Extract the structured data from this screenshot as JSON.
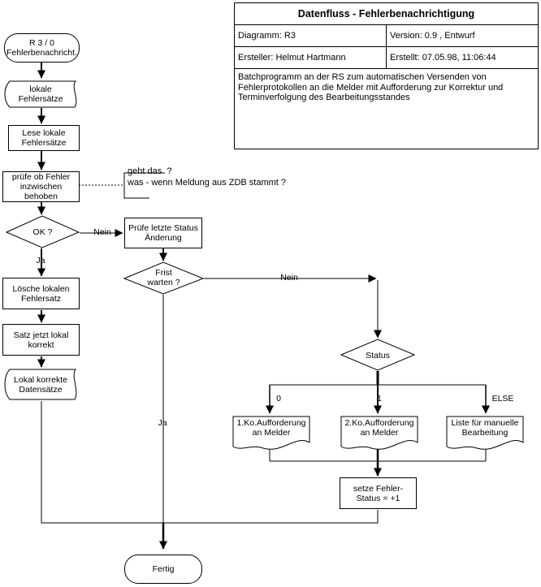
{
  "header": {
    "title": "Datenfluss - Fehlerbenachrichtigung",
    "diagram": "Diagramm: R3",
    "version": "Version: 0.9 , Entwurf",
    "author": "Ersteller: Helmut Hartmann",
    "created": "Erstellt:  07.05.98, 11:06:44",
    "description": "Batchprogramm an der RS zum automatischen Versenden von\nFehlerprotokollen an die Melder mit Aufforderung zur Korrektur und\nTerminverfolgung des Bearbeitungsstandes"
  },
  "nodes": {
    "start": "R 3 / 0\nFehlerbenachricht.",
    "local_error_data": "lokale\nFehlersätze",
    "read_local": "Lese lokale\nFehlersätze",
    "check_fixed": "prüfe ob Fehler\ninzwischen\nbehoben",
    "ok_decision": "OK ?",
    "check_last_status": "Prüfe letzte Status\nÄnderung",
    "wait_decision": "Frist\nwarten ?",
    "delete_local": "Lösche lokalen\nFehlersatz",
    "record_correct": "Satz jetzt lokal\nkorrekt",
    "local_correct_data": "Lokal korrekte\nDatensätze",
    "status_decision": "Status",
    "doc_first_request": "1.Ko.Aufforderung\nan Melder",
    "doc_second_request": "2.Ko.Aufforderung\nan Melder",
    "doc_manual_list": "Liste für manuelle\nBearbeitung",
    "set_error_status": "setze Fehler-\nStatus = +1",
    "end": "Fertig"
  },
  "labels": {
    "nein_ok": "Nein",
    "ja_ok": "Ja",
    "nein_wait": "Nein",
    "ja_wait": "Ja",
    "branch_0": "0",
    "branch_1": "1",
    "branch_else": "ELSE"
  },
  "annotation": {
    "text": "geht das  ?\nwas - wenn Meldung aus ZDB stammt ?"
  },
  "colors": {
    "line": "#000000",
    "background": "#ffffff"
  }
}
